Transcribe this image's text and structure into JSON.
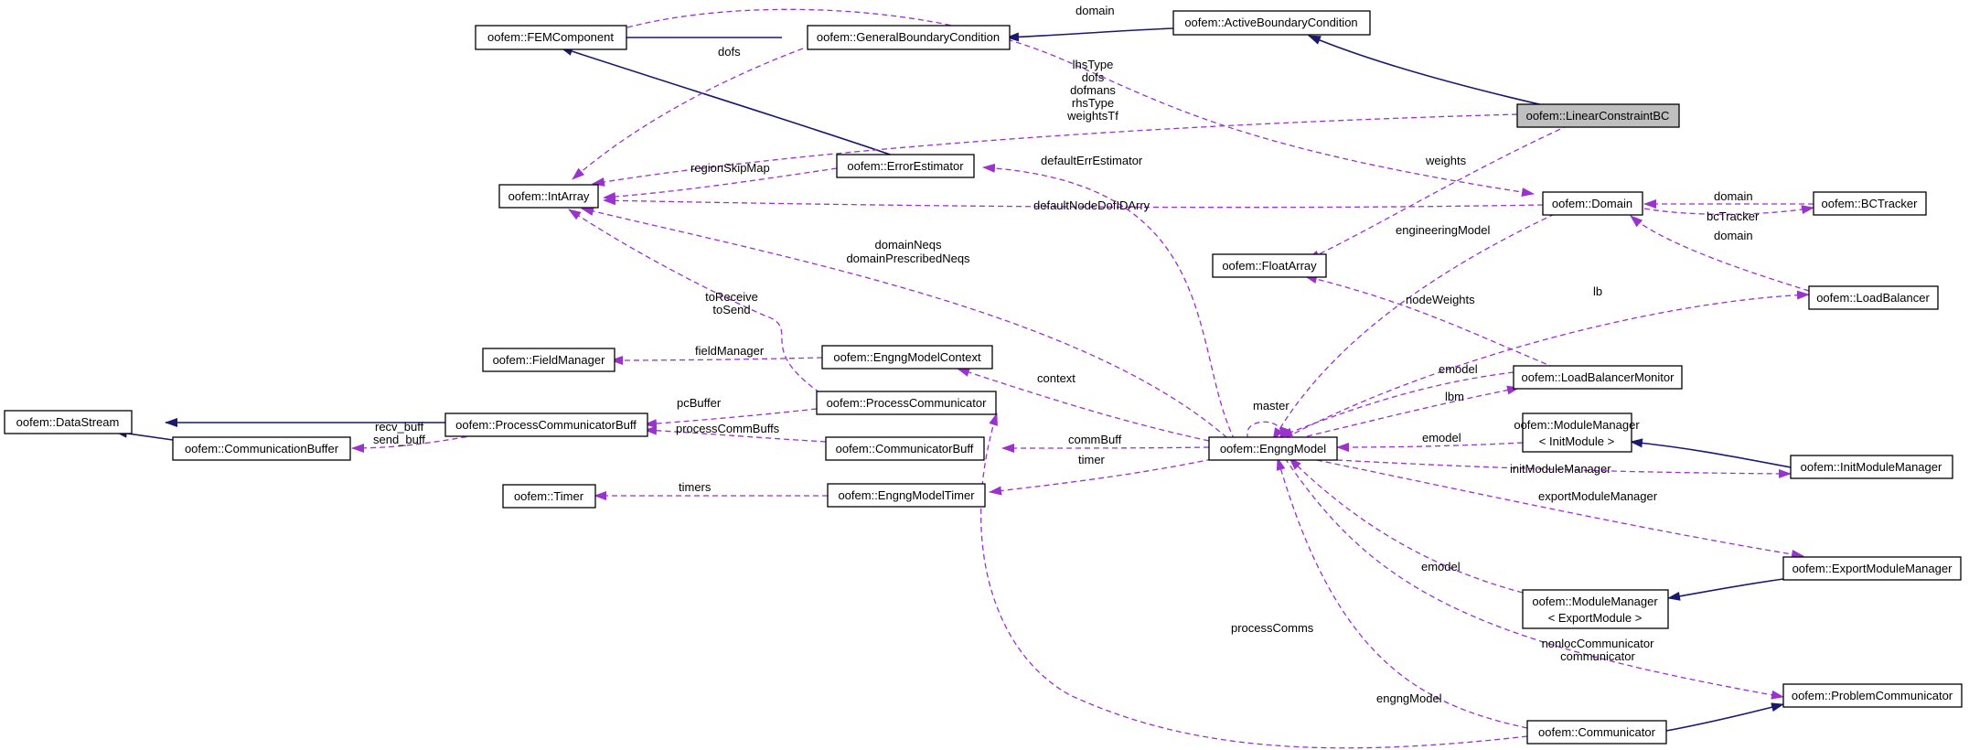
{
  "colors": {
    "inheritance": "#191970",
    "usage": "#9a32cd",
    "focus_node_fill": "#bfbfbf"
  },
  "nodes": {
    "femcomponent": "oofem::FEMComponent",
    "general_bc": "oofem::GeneralBoundaryCondition",
    "active_bc": "oofem::ActiveBoundaryCondition",
    "linear_constraint_bc": "oofem::LinearConstraintBC",
    "intarray": "oofem::IntArray",
    "error_estimator": "oofem::ErrorEstimator",
    "domain": "oofem::Domain",
    "bctracker": "oofem::BCTracker",
    "floatarray": "oofem::FloatArray",
    "loadbalancer": "oofem::LoadBalancer",
    "fieldmanager": "oofem::FieldManager",
    "engng_model_context": "oofem::EngngModelContext",
    "loadbalancer_monitor": "oofem::LoadBalancerMonitor",
    "datastream": "oofem::DataStream",
    "process_communicator_buff": "oofem::ProcessCommunicatorBuff",
    "process_communicator": "oofem::ProcessCommunicator",
    "communication_buffer": "oofem::CommunicationBuffer",
    "communicator_buff": "oofem::CommunicatorBuff",
    "engng_model": "oofem::EngngModel",
    "module_manager_init_l1": "oofem::ModuleManager",
    "module_manager_init_l2": "< InitModule >",
    "init_module_manager": "oofem::InitModuleManager",
    "timer": "oofem::Timer",
    "engng_model_timer": "oofem::EngngModelTimer",
    "export_module_manager": "oofem::ExportModuleManager",
    "module_manager_export_l1": "oofem::ModuleManager",
    "module_manager_export_l2": "< ExportModule >",
    "problem_communicator": "oofem::ProblemCommunicator",
    "communicator": "oofem::Communicator"
  },
  "edge_labels": {
    "domain_top": "domain",
    "dofs_gbc": "dofs",
    "lbc_fields_1": "lhsType",
    "lbc_fields_2": "dofs",
    "lbc_fields_3": "dofmans",
    "lbc_fields_4": "rhsType",
    "lbc_fields_5": "weightsTf",
    "weights": "weights",
    "region_skip_map": "regionSkipMap",
    "default_err_estimator": "defaultErrEstimator",
    "default_node_dof_id_arry": "defaultNodeDofIDArry",
    "domain_bct": "domain",
    "bc_tracker": "bcTracker",
    "domain_lb": "domain",
    "engineering_model": "engineeringModel",
    "domain_neqs_1": "domainNeqs",
    "domain_neqs_2": "domainPrescribedNeqs",
    "to_receive": "toReceive",
    "to_send": "toSend",
    "node_weights": "nodeWeights",
    "lb": "lb",
    "field_manager": "fieldManager",
    "context": "context",
    "emodel_lbm": "emodel",
    "lbm": "lbm",
    "master": "master",
    "pc_buffer": "pcBuffer",
    "recv_buff": "recv_buff",
    "send_buff": "send_buff",
    "process_comm_buffs": "processCommBuffs",
    "comm_buff": "commBuff",
    "emodel_init": "emodel",
    "timer": "timer",
    "timers": "timers",
    "init_module_manager": "initModuleManager",
    "export_module_manager": "exportModuleManager",
    "emodel_export": "emodel",
    "process_comms": "processComms",
    "nonloc_communicator": "nonlocCommunicator",
    "communicator": "communicator",
    "engng_model": "engngModel"
  }
}
